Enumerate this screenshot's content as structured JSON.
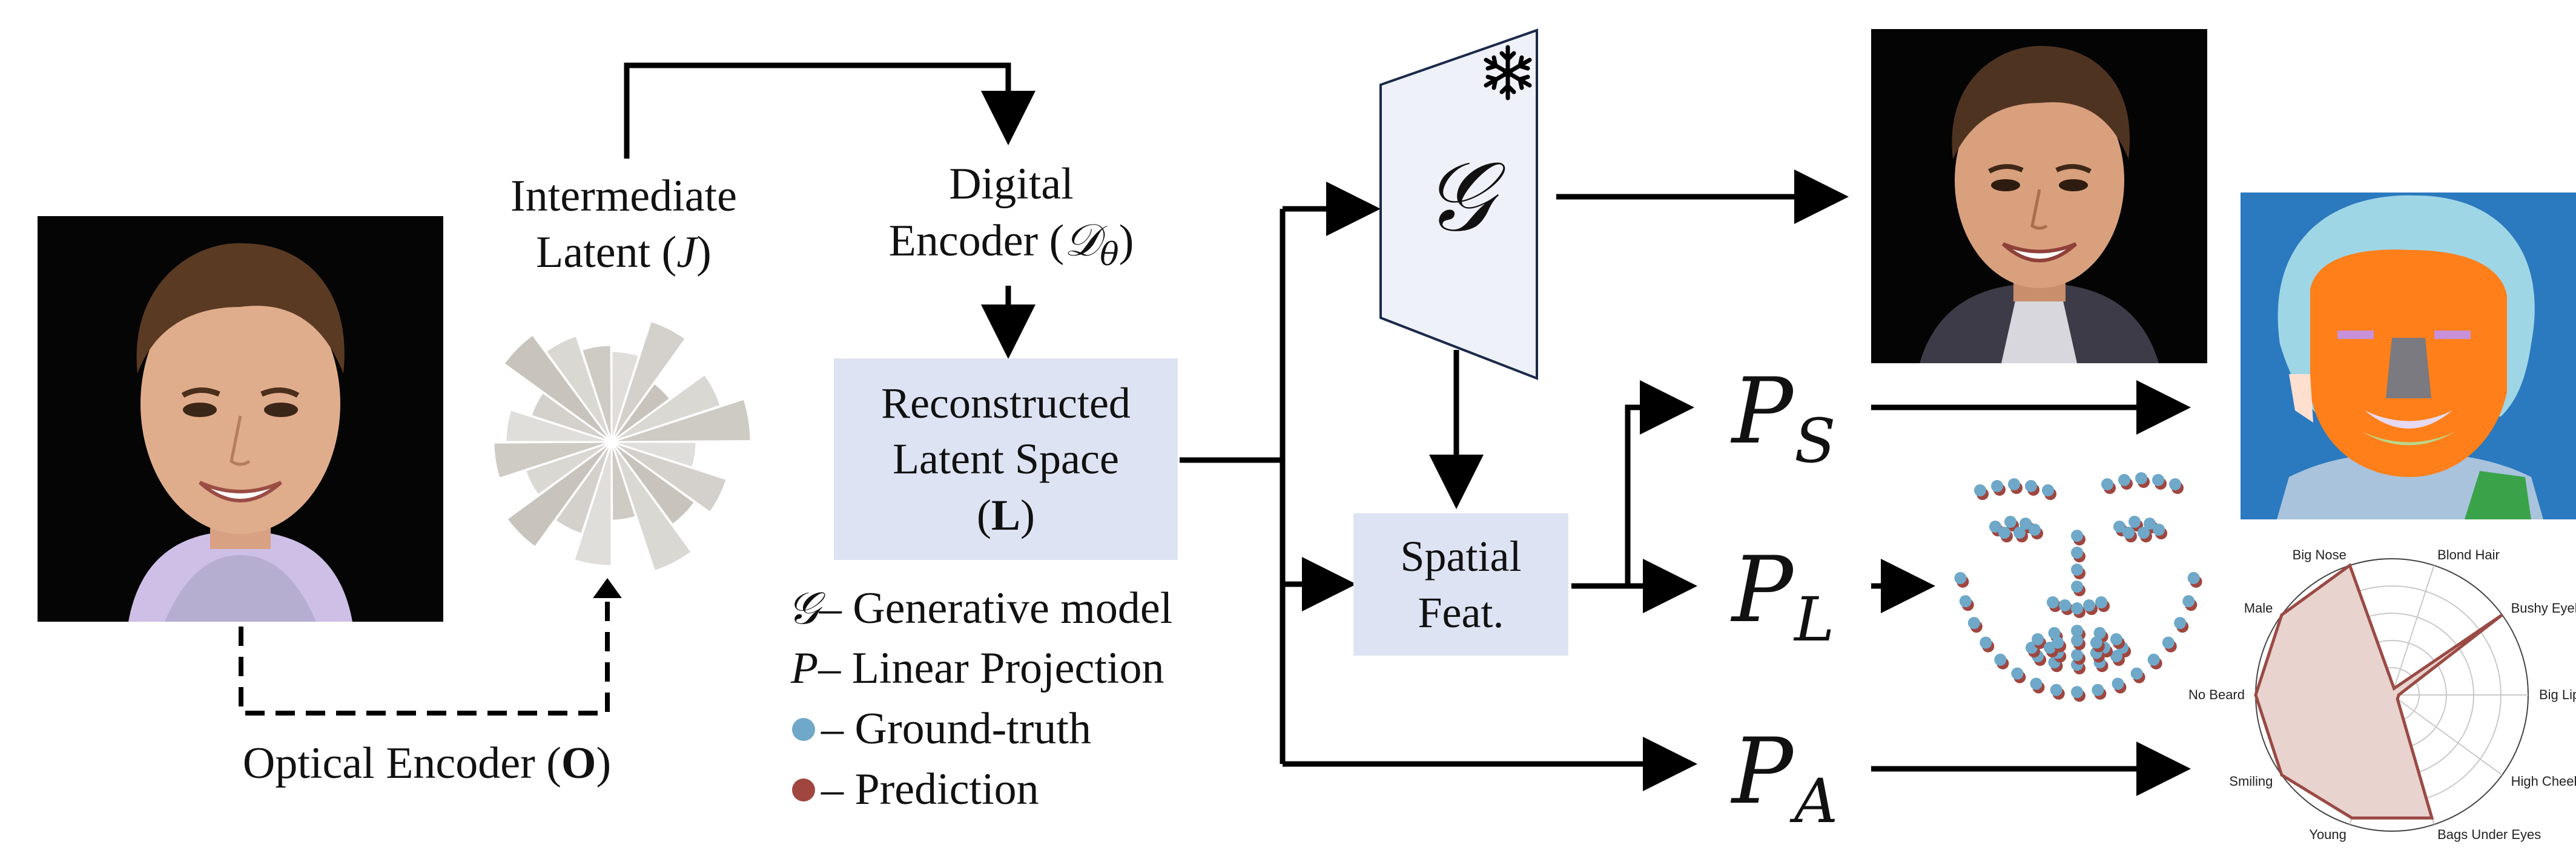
{
  "optical_encoder": {
    "prefix": "Optical Encoder (",
    "symbol": "O",
    "suffix": ")"
  },
  "intermediate_latent": {
    "line1": "Intermediate",
    "line2_prefix": "Latent (",
    "symbol": "J",
    "suffix": ")"
  },
  "digital_encoder": {
    "line1": "Digital",
    "line2_prefix": "Encoder (",
    "symbol": "𝒟",
    "subscript": "θ",
    "suffix": ")"
  },
  "reconstructed_latent": {
    "line1": "Reconstructed",
    "line2": "Latent Space",
    "open": "(",
    "symbol": "L",
    "close": ")"
  },
  "generator": {
    "symbol": "𝒢",
    "frozen_icon": "snowflake-icon"
  },
  "spatial_feat": {
    "line1": "Spatial",
    "line2": "Feat."
  },
  "projections": {
    "segmentation": {
      "base": "P",
      "sub": "S"
    },
    "landmarks": {
      "base": "P",
      "sub": "L"
    },
    "attributes": {
      "base": "P",
      "sub": "A"
    }
  },
  "legend": {
    "generative": {
      "symbol": "𝒢",
      "text": " – Generative model"
    },
    "linear": {
      "symbol": "P",
      "text": " – Linear Projection"
    },
    "ground_truth": {
      "text": " – Ground-truth",
      "color": "#6fa8c8"
    },
    "prediction": {
      "text": " – Prediction",
      "color": "#a0463f"
    }
  },
  "radar_labels": [
    "Big Nose",
    "Blond Hair",
    "Bushy Eyebrows",
    "Big Lips",
    "High Cheekbones",
    "Bags Under Eyes",
    "Young",
    "Smiling",
    "No Beard",
    "Male"
  ],
  "colors": {
    "box_fill": "#dde3f2",
    "trapezoid_fill": "#eef1f8",
    "trapezoid_stroke": "#1b2a4a",
    "latent_petal": "#c8c4bd",
    "radar_fill": "#e8d3cf",
    "radar_stroke": "#9a4a44"
  }
}
